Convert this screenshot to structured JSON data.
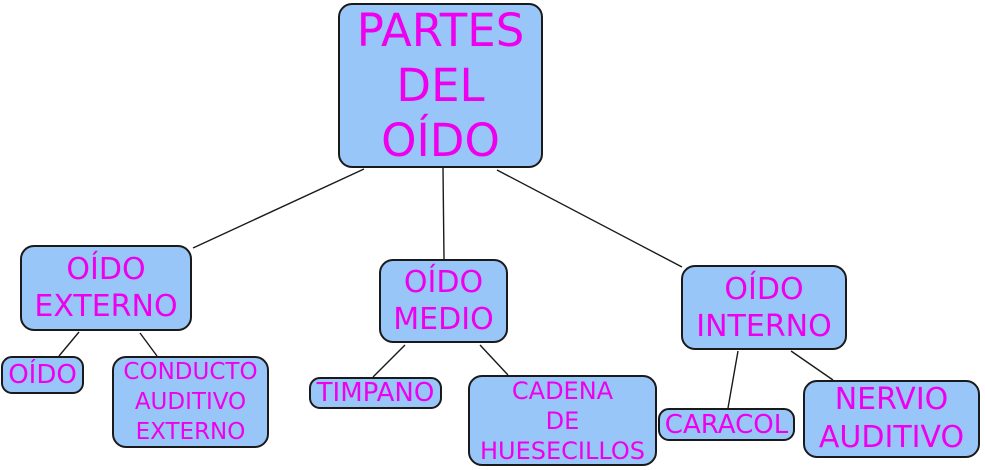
{
  "title": "PARTES DEL OÍDO",
  "colors": {
    "node_fill": "#99c6f8",
    "node_border": "#1a1a1a",
    "node_text": "#ee00ee",
    "line": "#1a1a1a",
    "background": "#ffffff"
  },
  "nodes": [
    {
      "id": "partes-del-oido",
      "lines": [
        "PARTES",
        "DEL",
        "OÍDO"
      ]
    },
    {
      "id": "oido-externo",
      "lines": [
        "OÍDO",
        "EXTERNO"
      ]
    },
    {
      "id": "oido-medio",
      "lines": [
        "OÍDO",
        "MEDIO"
      ]
    },
    {
      "id": "oido-interno",
      "lines": [
        "OÍDO",
        "INTERNO"
      ]
    },
    {
      "id": "oido",
      "lines": [
        "OÍDO"
      ]
    },
    {
      "id": "conducto-auditivo-externo",
      "lines": [
        "CONDUCTO",
        "AUDITIVO",
        "EXTERNO"
      ]
    },
    {
      "id": "timpano",
      "lines": [
        "TIMPANO"
      ]
    },
    {
      "id": "cadena-de-huesecillos",
      "lines": [
        "CADENA",
        "DE",
        "HUESECILLOS"
      ]
    },
    {
      "id": "caracol",
      "lines": [
        "CARACOL"
      ]
    },
    {
      "id": "nervio-auditivo",
      "lines": [
        "NERVIO",
        "AUDITIVO"
      ]
    }
  ],
  "edges": [
    {
      "from": "partes-del-oido",
      "to": "oido-externo"
    },
    {
      "from": "partes-del-oido",
      "to": "oido-medio"
    },
    {
      "from": "partes-del-oido",
      "to": "oido-interno"
    },
    {
      "from": "oido-externo",
      "to": "oido"
    },
    {
      "from": "oido-externo",
      "to": "conducto-auditivo-externo"
    },
    {
      "from": "oido-medio",
      "to": "timpano"
    },
    {
      "from": "oido-medio",
      "to": "cadena-de-huesecillos"
    },
    {
      "from": "oido-interno",
      "to": "caracol"
    },
    {
      "from": "oido-interno",
      "to": "nervio-auditivo"
    }
  ]
}
